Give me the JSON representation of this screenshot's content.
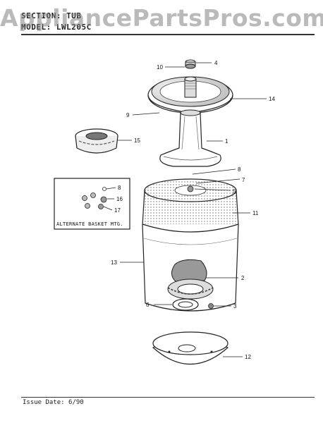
{
  "header": {
    "section_label": "SECTION: TUB",
    "model_label": "MODEL: LWL205C"
  },
  "watermark": "AppliancePartsPros.com",
  "footer": {
    "issue_date": "Issue Date: 6/90"
  },
  "inset": {
    "caption": "ALTERNATE BASKET MTG."
  },
  "callouts": [
    "1",
    "2",
    "3",
    "4",
    "5",
    "6",
    "7",
    "8",
    "9",
    "10",
    "11",
    "12",
    "13",
    "14",
    "15",
    "16",
    "17",
    "8"
  ]
}
